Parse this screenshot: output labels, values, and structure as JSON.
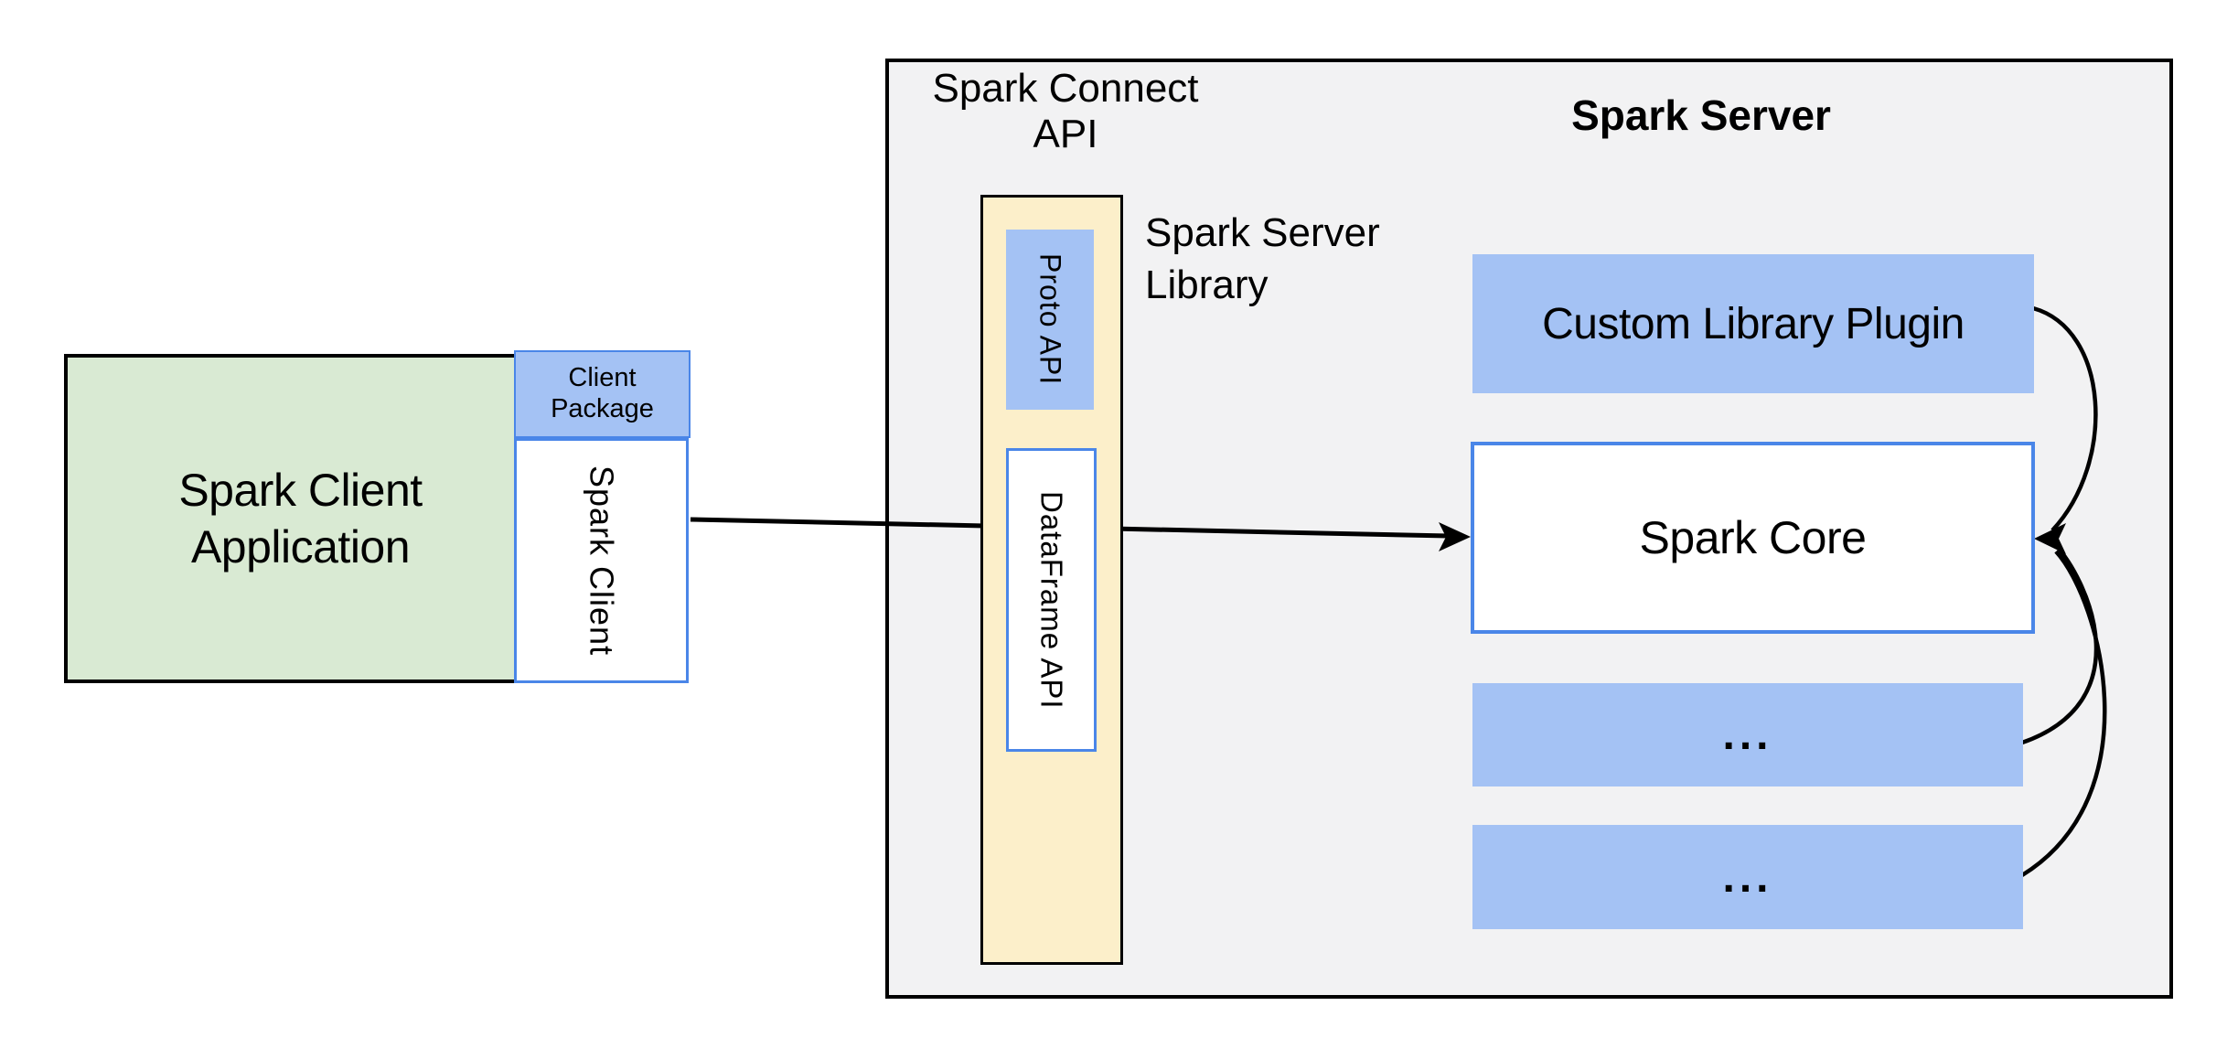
{
  "client": {
    "application_label": "Spark Client Application",
    "package_label": "Client Package",
    "spark_client_label": "Spark Client"
  },
  "connect": {
    "api_heading": "Spark Connect API",
    "proto_api_label": "Proto API",
    "dataframe_api_label": "DataFrame API",
    "server_library_label": "Spark Server Library"
  },
  "server": {
    "heading": "Spark Server",
    "plugin_label": "Custom Library Plugin",
    "core_label": "Spark Core",
    "more_label_1": "...",
    "more_label_2": "..."
  },
  "colors": {
    "blue_fill": "#a4c2f4",
    "blue_border": "#4a86e8",
    "green_fill": "#d9ead3",
    "yellow_fill": "#fcefca",
    "panel_fill": "#f2f2f3",
    "line": "#000000",
    "page_bg": "#ffffff"
  }
}
